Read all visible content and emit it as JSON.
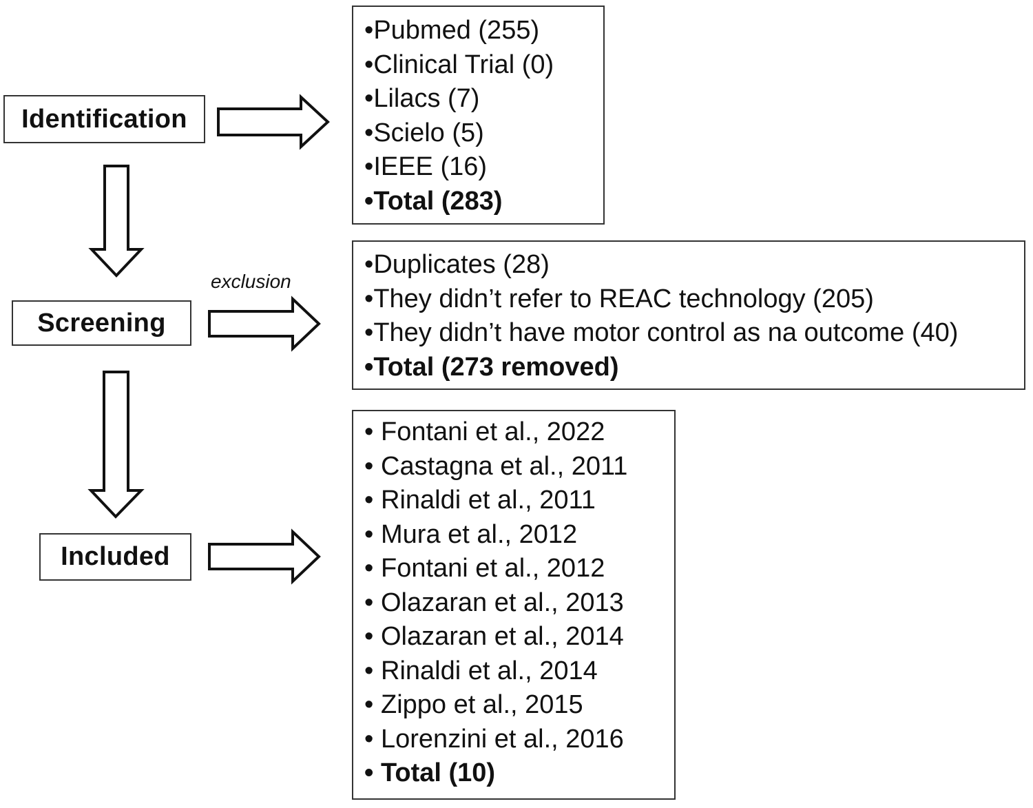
{
  "stages": {
    "identification": "Identification",
    "screening": "Screening",
    "included": "Included"
  },
  "exclusion_label": "exclusion",
  "identification_sources": [
    "Pubmed (255)",
    "Clinical Trial (0)",
    "Lilacs (7)",
    "Scielo (5)",
    "IEEE (16)"
  ],
  "identification_total": "Total (283)",
  "screening_reasons": [
    "Duplicates (28)",
    "They didn’t refer to REAC technology (205)",
    "They didn’t have motor control as na outcome (40)"
  ],
  "screening_total": "Total (273 removed)",
  "included_studies": [
    "Fontani et al., 2022",
    "Castagna et al., 2011",
    "Rinaldi et al., 2011",
    "Mura et al., 2012",
    "Fontani et al., 2012",
    "Olazaran et al., 2013",
    "Olazaran et al., 2014",
    "Rinaldi et al., 2014",
    "Zippo et al., 2015",
    "Lorenzini et al., 2016"
  ],
  "included_total": "Total (10)"
}
